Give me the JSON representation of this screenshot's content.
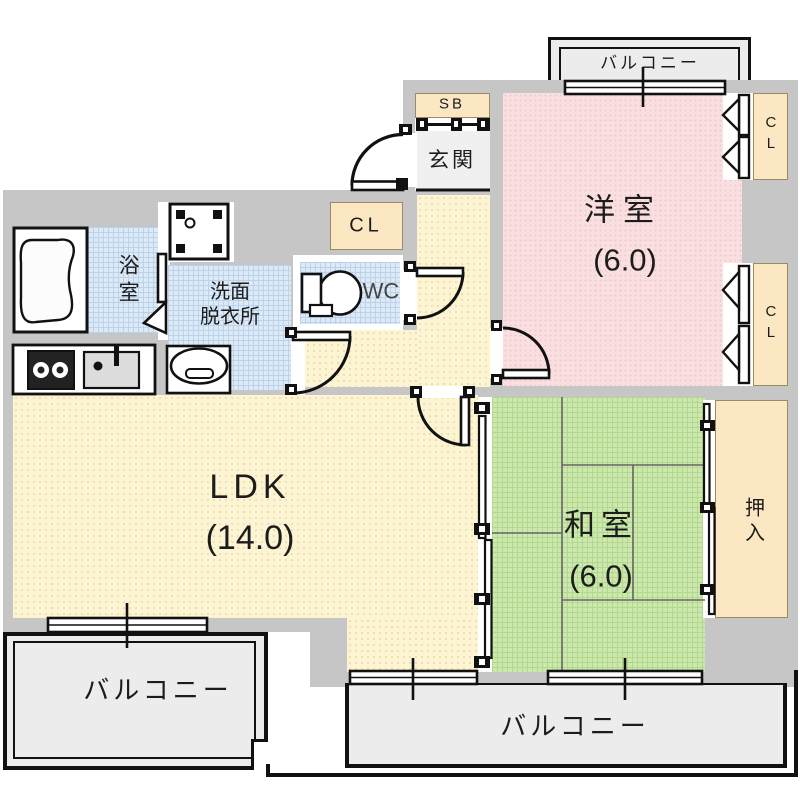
{
  "floorplan": {
    "rooms": {
      "western_room": {
        "name": "洋室",
        "area": "(6.0)"
      },
      "japanese_room": {
        "name": "和室",
        "area": "(6.0)"
      },
      "ldk": {
        "name": "LDK",
        "area": "(14.0)"
      },
      "entrance": {
        "name": "玄関"
      },
      "shoe_box": {
        "name": "SB"
      },
      "bathroom": {
        "name": "浴室"
      },
      "washroom": {
        "name": "洗面\n脱衣所"
      },
      "toilet": {
        "name": "WC"
      },
      "hall_closet": {
        "name": "CL"
      },
      "closet_upper": {
        "name": "CL"
      },
      "closet_lower": {
        "name": "CL"
      },
      "oshiire": {
        "name": "押入"
      }
    },
    "balconies": {
      "top": {
        "name": "バルコニー"
      },
      "left": {
        "name": "バルコニー"
      },
      "bottom": {
        "name": "バルコニー"
      }
    },
    "colors": {
      "wall": "#c6c6c6",
      "pink_room": "#f9dfdf",
      "yellow_room": "#fdf4d3",
      "green_room": "#cde8af",
      "wet_room": "#dce9f6",
      "closet": "#fbe8c2",
      "balcony": "#ececec",
      "genkan": "#f0f0f0",
      "outline": "#111111"
    }
  }
}
